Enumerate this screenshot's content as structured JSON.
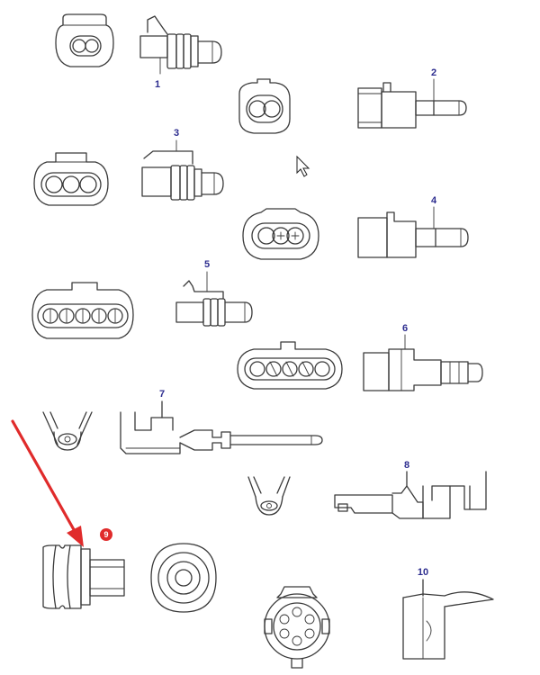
{
  "callouts": {
    "n1": "1",
    "n2": "2",
    "n3": "3",
    "n4": "4",
    "n5": "5",
    "n6": "6",
    "n7": "7",
    "n8": "8",
    "n9": "9",
    "n10": "10"
  },
  "colors": {
    "line": "#3a3a3a",
    "callout_text": "#2d2d8f",
    "arrow": "#e02b2b",
    "badge": "#e02b2b"
  },
  "icons": {
    "cursor": "mouse-pointer-icon",
    "arrow": "red-arrow-icon"
  }
}
